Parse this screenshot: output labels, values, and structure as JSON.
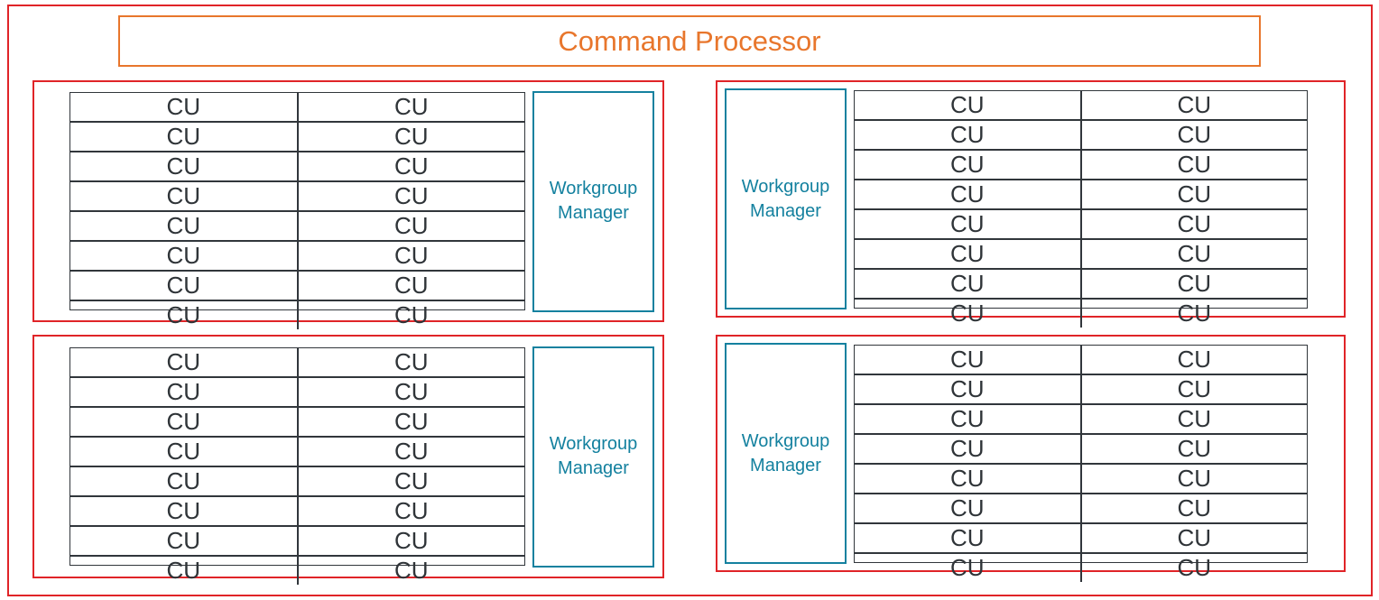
{
  "command_processor": {
    "label": "Command Processor"
  },
  "workgroup_manager_label": "Workgroup Manager",
  "cu_label": "CU",
  "shader_arrays": [
    {
      "name": "shader-array-top-left",
      "manager_side": "right",
      "cu_rows": 8,
      "cu_columns": 2,
      "cu_count": 16
    },
    {
      "name": "shader-array-top-right",
      "manager_side": "left",
      "cu_rows": 8,
      "cu_columns": 2,
      "cu_count": 16
    },
    {
      "name": "shader-array-bottom-left",
      "manager_side": "right",
      "cu_rows": 8,
      "cu_columns": 2,
      "cu_count": 16
    },
    {
      "name": "shader-array-bottom-right",
      "manager_side": "left",
      "cu_rows": 8,
      "cu_columns": 2,
      "cu_count": 16
    }
  ],
  "totals": {
    "workgroup_managers": 4,
    "compute_units": 64
  },
  "colors": {
    "outer_frame_and_arrays": "#e02428",
    "command_processor": "#e8762c",
    "workgroup_manager": "#14819f",
    "cu_border": "#31363b",
    "cu_text": "#2f3438",
    "background": "#ffffff"
  }
}
